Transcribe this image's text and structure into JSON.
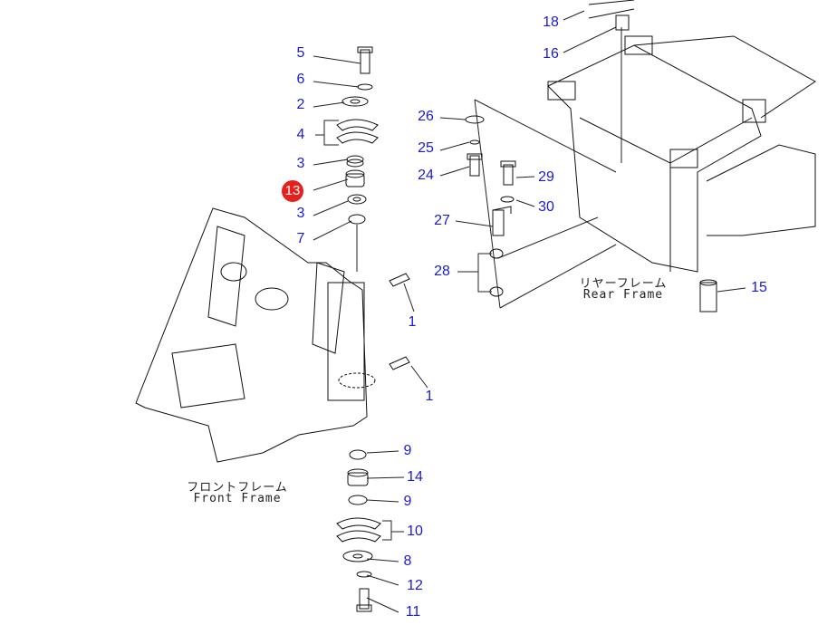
{
  "callouts": [
    "18",
    "16",
    "5",
    "6",
    "2",
    "4",
    "3",
    "13",
    "3",
    "7",
    "26",
    "25",
    "24",
    "29",
    "30",
    "27",
    "28",
    "15",
    "1",
    "1",
    "9",
    "14",
    "9",
    "10",
    "8",
    "12",
    "11"
  ],
  "highlight_color": "#e8201c",
  "label_color": "#1a1ad6",
  "captions": {
    "rear_jp": "リヤーフレーム",
    "rear_en": "Rear Frame",
    "front_jp": "フロントフレーム",
    "front_en": "Front Frame"
  }
}
